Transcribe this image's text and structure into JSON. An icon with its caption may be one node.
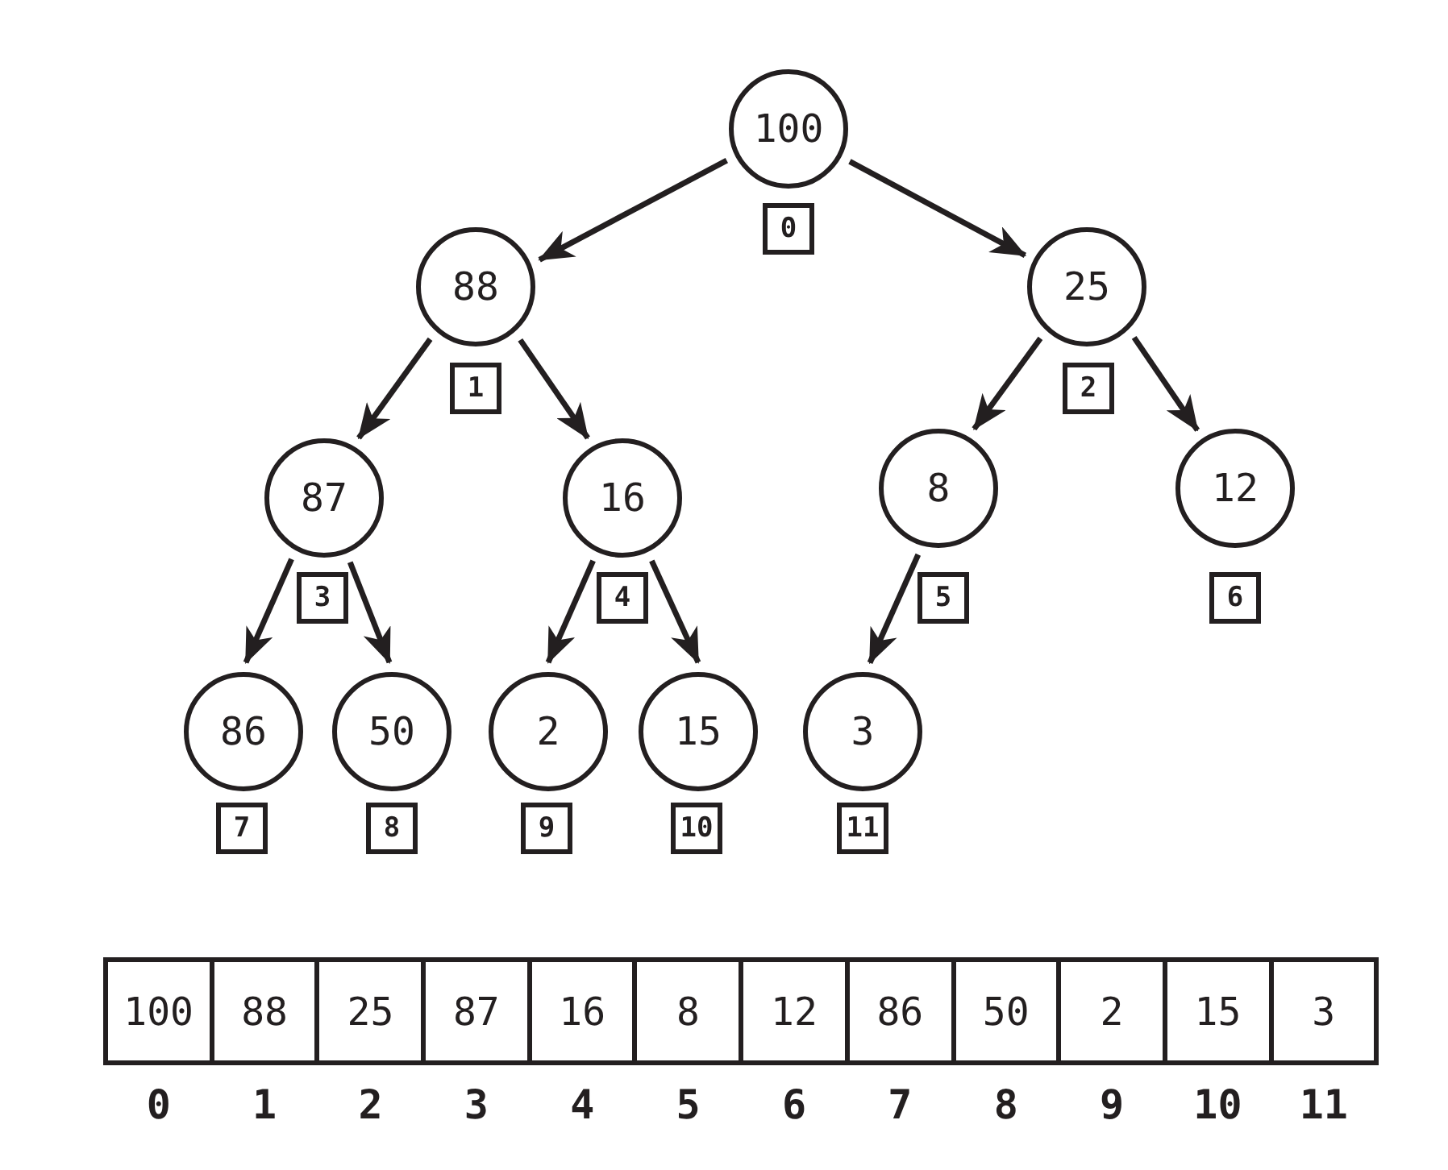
{
  "diagram": {
    "nodes": [
      {
        "text": [
          "100"
        ],
        "beside": [
          "0"
        ]
      },
      {
        "text": [
          "88"
        ],
        "beside": [
          "1"
        ]
      },
      {
        "text": [
          "25"
        ],
        "beside": [
          "2"
        ]
      },
      {
        "text": [
          "87"
        ],
        "beside": [
          "3"
        ]
      },
      {
        "text": [
          "16"
        ],
        "beside": [
          "4"
        ]
      },
      {
        "text": [
          "8"
        ],
        "beside": [
          "5"
        ]
      },
      {
        "text": [
          "12"
        ],
        "beside": [
          "6"
        ]
      },
      {
        "text": [
          "86"
        ],
        "beside": [
          "7"
        ]
      },
      {
        "text": [
          "50"
        ],
        "beside": [
          "8"
        ]
      },
      {
        "text": [
          "2"
        ],
        "beside": [
          "9"
        ]
      },
      {
        "text": [
          "15"
        ],
        "beside": [
          "10"
        ]
      },
      {
        "text": [
          "3"
        ],
        "beside": [
          "11"
        ]
      }
    ],
    "edges": [
      {
        "from": 0,
        "to": 1,
        "arrow": "to"
      },
      {
        "from": 0,
        "to": 2,
        "arrow": "to"
      },
      {
        "from": 1,
        "to": 3,
        "arrow": "to"
      },
      {
        "from": 1,
        "to": 4,
        "arrow": "to"
      },
      {
        "from": 2,
        "to": 5,
        "arrow": "to"
      },
      {
        "from": 2,
        "to": 6,
        "arrow": "to"
      },
      {
        "from": 3,
        "to": 7,
        "arrow": "to"
      },
      {
        "from": 3,
        "to": 8,
        "arrow": "to"
      },
      {
        "from": 4,
        "to": 9,
        "arrow": "to"
      },
      {
        "from": 4,
        "to": 10,
        "arrow": "to"
      },
      {
        "from": 5,
        "to": 11,
        "arrow": "to"
      }
    ],
    "labels": [
      "100",
      "88",
      "25",
      "87",
      "16",
      "8",
      "12",
      "86",
      "50",
      "2",
      "15",
      "3",
      "0",
      "1",
      "2",
      "3",
      "4",
      "5",
      "6",
      "7",
      "8",
      "9",
      "10",
      "11"
    ]
  }
}
